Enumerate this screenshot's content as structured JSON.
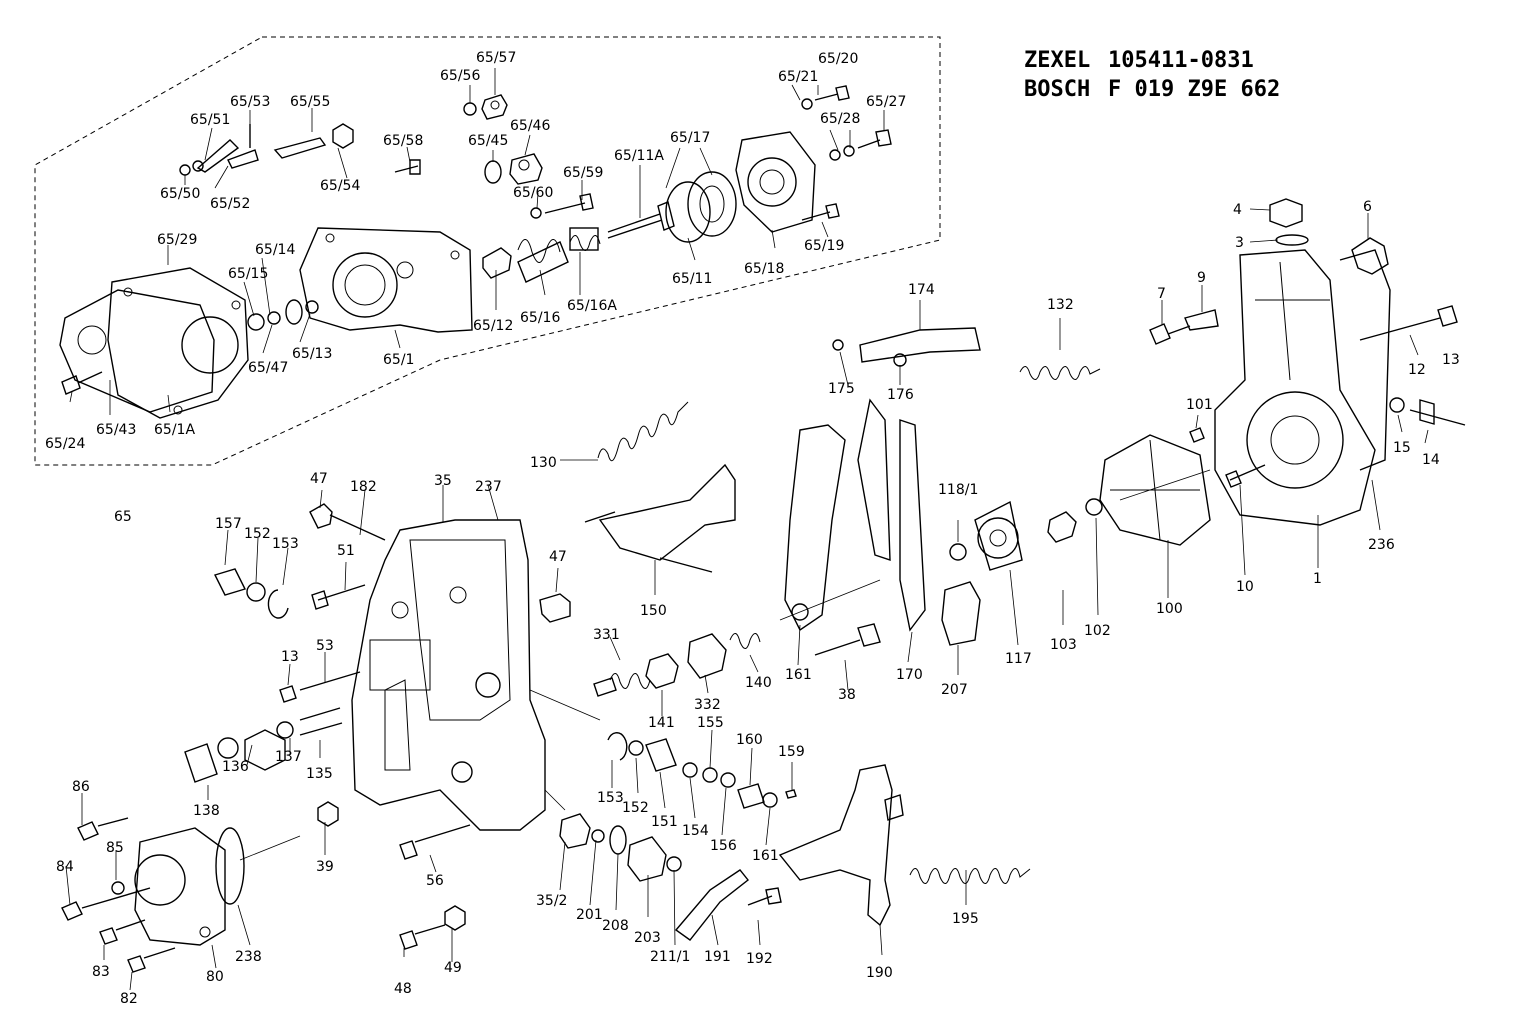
{
  "header": {
    "line1_brand": "ZEXEL",
    "line1_number": "105411-0831",
    "line2_brand": "BOSCH",
    "line2_number": "F 019 Z9E 662"
  },
  "group_label": "65",
  "labels": [
    {
      "id": "l6557",
      "text": "65/57"
    },
    {
      "id": "l6556",
      "text": "65/56"
    },
    {
      "id": "l6553",
      "text": "65/53"
    },
    {
      "id": "l6555",
      "text": "65/55"
    },
    {
      "id": "l6551",
      "text": "65/51"
    },
    {
      "id": "l6558",
      "text": "65/58"
    },
    {
      "id": "l6545",
      "text": "65/45"
    },
    {
      "id": "l6546",
      "text": "65/46"
    },
    {
      "id": "l6554",
      "text": "65/54"
    },
    {
      "id": "l6550",
      "text": "65/50"
    },
    {
      "id": "l6552",
      "text": "65/52"
    },
    {
      "id": "l6529",
      "text": "65/29"
    },
    {
      "id": "l6514",
      "text": "65/14"
    },
    {
      "id": "l6515",
      "text": "65/15"
    },
    {
      "id": "l6547",
      "text": "65/47"
    },
    {
      "id": "l6513",
      "text": "65/13"
    },
    {
      "id": "l651",
      "text": "65/1"
    },
    {
      "id": "l6524",
      "text": "65/24"
    },
    {
      "id": "l6543",
      "text": "65/43"
    },
    {
      "id": "l651A",
      "text": "65/1A"
    },
    {
      "id": "l6560",
      "text": "65/60"
    },
    {
      "id": "l6559",
      "text": "65/59"
    },
    {
      "id": "l6511A",
      "text": "65/11A"
    },
    {
      "id": "l6517",
      "text": "65/17"
    },
    {
      "id": "l6512",
      "text": "65/12"
    },
    {
      "id": "l6516",
      "text": "65/16"
    },
    {
      "id": "l6516A",
      "text": "65/16A"
    },
    {
      "id": "l6511",
      "text": "65/11"
    },
    {
      "id": "l6520",
      "text": "65/20"
    },
    {
      "id": "l6521",
      "text": "65/21"
    },
    {
      "id": "l6527",
      "text": "65/27"
    },
    {
      "id": "l6528",
      "text": "65/28"
    },
    {
      "id": "l6519",
      "text": "65/19"
    },
    {
      "id": "l6518",
      "text": "65/18"
    },
    {
      "id": "l4",
      "text": "4"
    },
    {
      "id": "l3",
      "text": "3"
    },
    {
      "id": "l6",
      "text": "6"
    },
    {
      "id": "l9",
      "text": "9"
    },
    {
      "id": "l7",
      "text": "7"
    },
    {
      "id": "l12",
      "text": "12"
    },
    {
      "id": "l13a",
      "text": "13"
    },
    {
      "id": "l101",
      "text": "101"
    },
    {
      "id": "l15",
      "text": "15"
    },
    {
      "id": "l14",
      "text": "14"
    },
    {
      "id": "l236",
      "text": "236"
    },
    {
      "id": "l1",
      "text": "1"
    },
    {
      "id": "l10",
      "text": "10"
    },
    {
      "id": "l100",
      "text": "100"
    },
    {
      "id": "l102",
      "text": "102"
    },
    {
      "id": "l103",
      "text": "103"
    },
    {
      "id": "l117",
      "text": "117"
    },
    {
      "id": "l1181",
      "text": "118/1"
    },
    {
      "id": "l207",
      "text": "207"
    },
    {
      "id": "l170",
      "text": "170"
    },
    {
      "id": "l174",
      "text": "174"
    },
    {
      "id": "l132",
      "text": "132"
    },
    {
      "id": "l175",
      "text": "175"
    },
    {
      "id": "l176",
      "text": "176"
    },
    {
      "id": "l130",
      "text": "130"
    },
    {
      "id": "l150",
      "text": "150"
    },
    {
      "id": "l161a",
      "text": "161"
    },
    {
      "id": "l38",
      "text": "38"
    },
    {
      "id": "l140",
      "text": "140"
    },
    {
      "id": "l332",
      "text": "332"
    },
    {
      "id": "l141",
      "text": "141"
    },
    {
      "id": "l331",
      "text": "331"
    },
    {
      "id": "l47a",
      "text": "47"
    },
    {
      "id": "l182",
      "text": "182"
    },
    {
      "id": "l35",
      "text": "35"
    },
    {
      "id": "l237",
      "text": "237"
    },
    {
      "id": "l47b",
      "text": "47"
    },
    {
      "id": "l157",
      "text": "157"
    },
    {
      "id": "l152a",
      "text": "152"
    },
    {
      "id": "l153a",
      "text": "153"
    },
    {
      "id": "l51",
      "text": "51"
    },
    {
      "id": "l13b",
      "text": "13"
    },
    {
      "id": "l53",
      "text": "53"
    },
    {
      "id": "l138",
      "text": "138"
    },
    {
      "id": "l136",
      "text": "136"
    },
    {
      "id": "l137",
      "text": "137"
    },
    {
      "id": "l135",
      "text": "135"
    },
    {
      "id": "l86",
      "text": "86"
    },
    {
      "id": "l85",
      "text": "85"
    },
    {
      "id": "l84",
      "text": "84"
    },
    {
      "id": "l83",
      "text": "83"
    },
    {
      "id": "l82",
      "text": "82"
    },
    {
      "id": "l80",
      "text": "80"
    },
    {
      "id": "l238",
      "text": "238"
    },
    {
      "id": "l39",
      "text": "39"
    },
    {
      "id": "l56",
      "text": "56"
    },
    {
      "id": "l48",
      "text": "48"
    },
    {
      "id": "l49",
      "text": "49"
    },
    {
      "id": "l352",
      "text": "35/2"
    },
    {
      "id": "l201",
      "text": "201"
    },
    {
      "id": "l208",
      "text": "208"
    },
    {
      "id": "l203",
      "text": "203"
    },
    {
      "id": "l2111",
      "text": "211/1"
    },
    {
      "id": "l191",
      "text": "191"
    },
    {
      "id": "l192",
      "text": "192"
    },
    {
      "id": "l153b",
      "text": "153"
    },
    {
      "id": "l152b",
      "text": "152"
    },
    {
      "id": "l151",
      "text": "151"
    },
    {
      "id": "l154",
      "text": "154"
    },
    {
      "id": "l155",
      "text": "155"
    },
    {
      "id": "l156",
      "text": "156"
    },
    {
      "id": "l160",
      "text": "160"
    },
    {
      "id": "l159",
      "text": "159"
    },
    {
      "id": "l161b",
      "text": "161"
    },
    {
      "id": "l190",
      "text": "190"
    },
    {
      "id": "l195",
      "text": "195"
    }
  ]
}
